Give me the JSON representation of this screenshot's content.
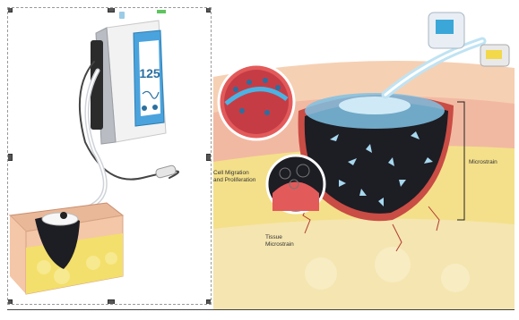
{
  "device_readout": "125",
  "annotations": {
    "cell_migration": "Cell Migration\nand Proliferation",
    "tissue_microstrain": "Tissue\nMicrostrain",
    "microstrain": "Microstrain"
  },
  "colors": {
    "skin": "#f4c7a8",
    "fat": "#f3df6b",
    "foam": "#1d1d24",
    "device_screen": "#3aa7d8",
    "arrow": "#a7d8ee",
    "tissue_red": "#d0443c"
  }
}
